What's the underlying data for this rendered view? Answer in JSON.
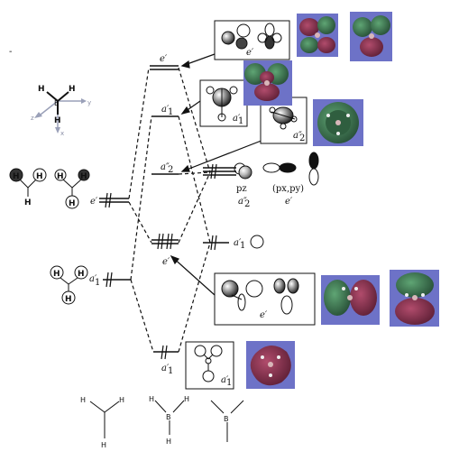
{
  "dash_mark": "-",
  "levels": {
    "mo_e_top": "e′",
    "mo_a1_mid": "a′",
    "mo_a2": "a″",
    "mo_e_mid": "e′",
    "mo_a1_bot": "a′",
    "left_e": "e′",
    "left_a1": "a′",
    "right_a1": "a′",
    "right_pz": "pz",
    "right_a2": "a″",
    "right_pxpy": "(px,py)",
    "right_e": "e′"
  },
  "box_labels": {
    "box1": "e′",
    "box2": "a′",
    "box3": "a″",
    "box4": "e′",
    "box5": "a′"
  },
  "subscripts": {
    "one": "1",
    "two": "2"
  },
  "atoms": {
    "H": "H",
    "B": "B"
  },
  "axes": {
    "y": "y",
    "z": "z",
    "x": "x"
  },
  "colors": {
    "orbital_bg": "#6d72c7",
    "lobe_green": "#3f7d55",
    "lobe_red": "#8b2f4e",
    "line": "#111111"
  }
}
